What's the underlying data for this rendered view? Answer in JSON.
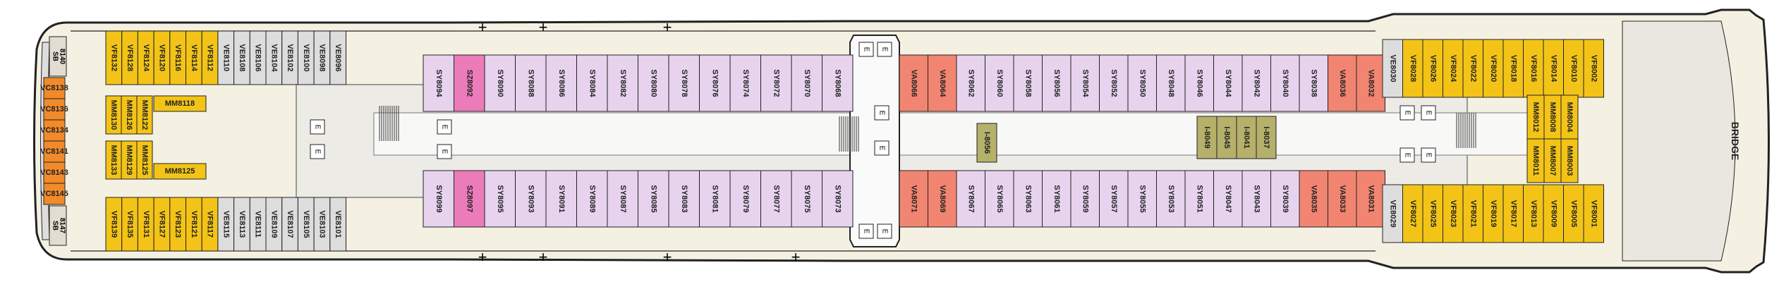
{
  "deck": {
    "bridge_label": "BRIDGE",
    "colors": {
      "VC": "#f08a2a",
      "VF": "#f3c417",
      "VB": "#f7e24c",
      "SB": "#e2ddd0",
      "MM": "#f3c417",
      "SY": "#e7d3ee",
      "SZ": "#ec7bb9",
      "VA": "#f18571",
      "I": "#b5b06a",
      "hull": "#f4f1e3",
      "outline": "#222222",
      "corridor": "#ecebe6"
    },
    "aft_stern_cabins": [
      "VC8138",
      "VC8136",
      "VC8134",
      "VC8141",
      "VC8143",
      "VC8145"
    ],
    "aft_sb_top": [
      "SB",
      "8140"
    ],
    "aft_sb_bottom": [
      "SB",
      "8147"
    ],
    "aft_top_row": [
      "VF8132",
      "VF8128",
      "VF8124",
      "VF8120",
      "VF8116",
      "VF8114",
      "VF8112",
      "VE8110",
      "VE8108",
      "VE8106",
      "VE8104",
      "VE8102",
      "VE8100",
      "VE8098",
      "VE8096"
    ],
    "aft_bottom_row": [
      "VF8139",
      "VF8135",
      "VF8131",
      "VF8127",
      "VF8123",
      "VF8121",
      "VF8117",
      "VE8115",
      "VE8113",
      "VE8111",
      "VE8109",
      "VE8107",
      "VE8105",
      "VE8103",
      "VE8101"
    ],
    "aft_inner_top": [
      "MM8130",
      "MM8126",
      "MM8122"
    ],
    "aft_inner_bottom": [
      "MM8133",
      "MM8129",
      "MM8125"
    ],
    "aft_inner_extra_top": "MM8118",
    "aft_inner_extra_bottom": "MM8125",
    "mid_top_row": [
      "SY8094",
      "SZ8092",
      "SY8090",
      "SY8088",
      "SY8086",
      "SY8084",
      "SY8082",
      "SY8080",
      "SY8078",
      "SY8076",
      "SY8074",
      "SY8072",
      "SY8070",
      "SY8068"
    ],
    "mid_bottom_row": [
      "SY8099",
      "SZ8097",
      "SY8095",
      "SY8093",
      "SY8091",
      "SY8089",
      "SY8087",
      "SY8085",
      "SY8083",
      "SY8081",
      "SY8079",
      "SY8077",
      "SY8075",
      "SY8073"
    ],
    "fwd_top_row": [
      "VA8066",
      "VA8064",
      "SY8062",
      "SY8060",
      "SY8058",
      "SY8056",
      "SY8054",
      "SY8052",
      "SY8050",
      "SY8048",
      "SY8046",
      "SY8044",
      "SY8042",
      "SY8040",
      "SY8038",
      "VA8036",
      "VA8032"
    ],
    "fwd_bottom_row": [
      "VA8071",
      "VA8069",
      "SY8067",
      "SY8065",
      "SY8063",
      "SY8061",
      "SY8059",
      "SY8057",
      "SY8055",
      "SY8053",
      "SY8051",
      "SY8047",
      "SY8043",
      "SY8039",
      "VA8035",
      "VA8033",
      "VA8031"
    ],
    "inner_i_cabins": [
      "I-8056",
      "I-8049",
      "I-8045",
      "I-8041",
      "I-8037"
    ],
    "bow_top_row": [
      "VE8030",
      "VF8028",
      "VF8026",
      "VF8024",
      "VF8022",
      "VF8020",
      "VF8018",
      "VF8016",
      "VF8014",
      "VF8010",
      "VF8002"
    ],
    "bow_bottom_row": [
      "VE8029",
      "VF8027",
      "VF8025",
      "VF8023",
      "VF8021",
      "VF8019",
      "VF8017",
      "VF8013",
      "VF8009",
      "VF8005",
      "VF8001"
    ],
    "bow_inner": [
      "MM8012",
      "MM8008",
      "MM8004",
      "MM8011",
      "MM8007",
      "MM8003"
    ],
    "elevator_glyph": "E",
    "plus_glyph": "+"
  }
}
